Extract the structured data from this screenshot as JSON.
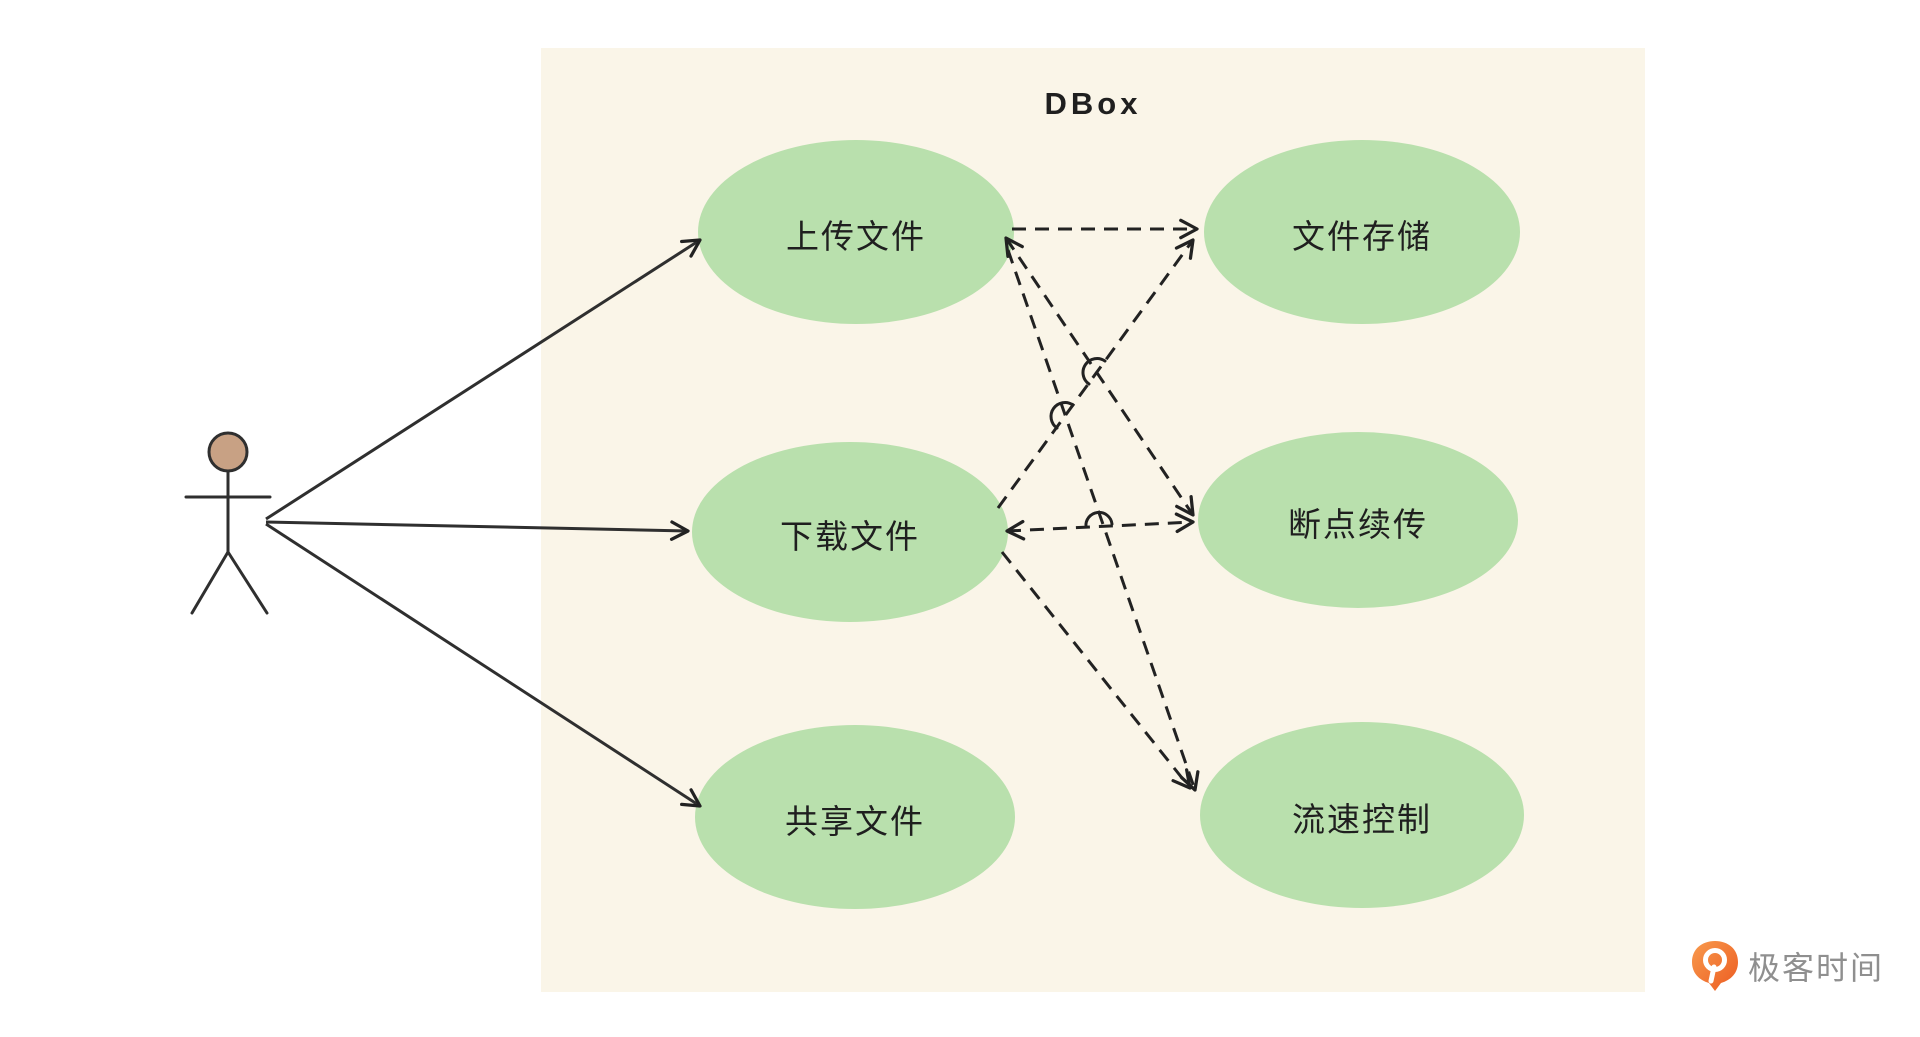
{
  "diagram": {
    "title": "DBox",
    "type": "uml-use-case-diagram",
    "actor": {
      "shape": "stick-figure",
      "head_color": "#c8a184"
    },
    "use_cases": [
      {
        "label": "上传文件"
      },
      {
        "label": "文件存储"
      },
      {
        "label": "下载文件"
      },
      {
        "label": "断点续传"
      },
      {
        "label": "共享文件"
      },
      {
        "label": "流速控制"
      }
    ],
    "relations": [
      {
        "from": "actor",
        "to": "上传文件",
        "style": "solid",
        "arrows": "end"
      },
      {
        "from": "actor",
        "to": "下载文件",
        "style": "solid",
        "arrows": "end"
      },
      {
        "from": "actor",
        "to": "共享文件",
        "style": "solid",
        "arrows": "end"
      },
      {
        "from": "上传文件",
        "to": "文件存储",
        "style": "dashed",
        "arrows": "end"
      },
      {
        "from": "下载文件",
        "to": "文件存储",
        "style": "dashed",
        "arrows": "end"
      },
      {
        "from": "上传文件",
        "to": "断点续传",
        "style": "dashed",
        "arrows": "both"
      },
      {
        "from": "下载文件",
        "to": "断点续传",
        "style": "dashed",
        "arrows": "both"
      },
      {
        "from": "上传文件",
        "to": "流速控制",
        "style": "dashed",
        "arrows": "end"
      },
      {
        "from": "下载文件",
        "to": "流速控制",
        "style": "dashed",
        "arrows": "end"
      }
    ],
    "colors": {
      "boundary_background": "#faf5e8",
      "use_case_fill": "#b9e0ad",
      "line": "#222222",
      "text": "#1f1f1f",
      "actor_head": "#c8a184"
    }
  },
  "watermark": {
    "logo_text": "极客时间",
    "logo_color": "#f2662a",
    "text_color": "#8f8f8f"
  }
}
